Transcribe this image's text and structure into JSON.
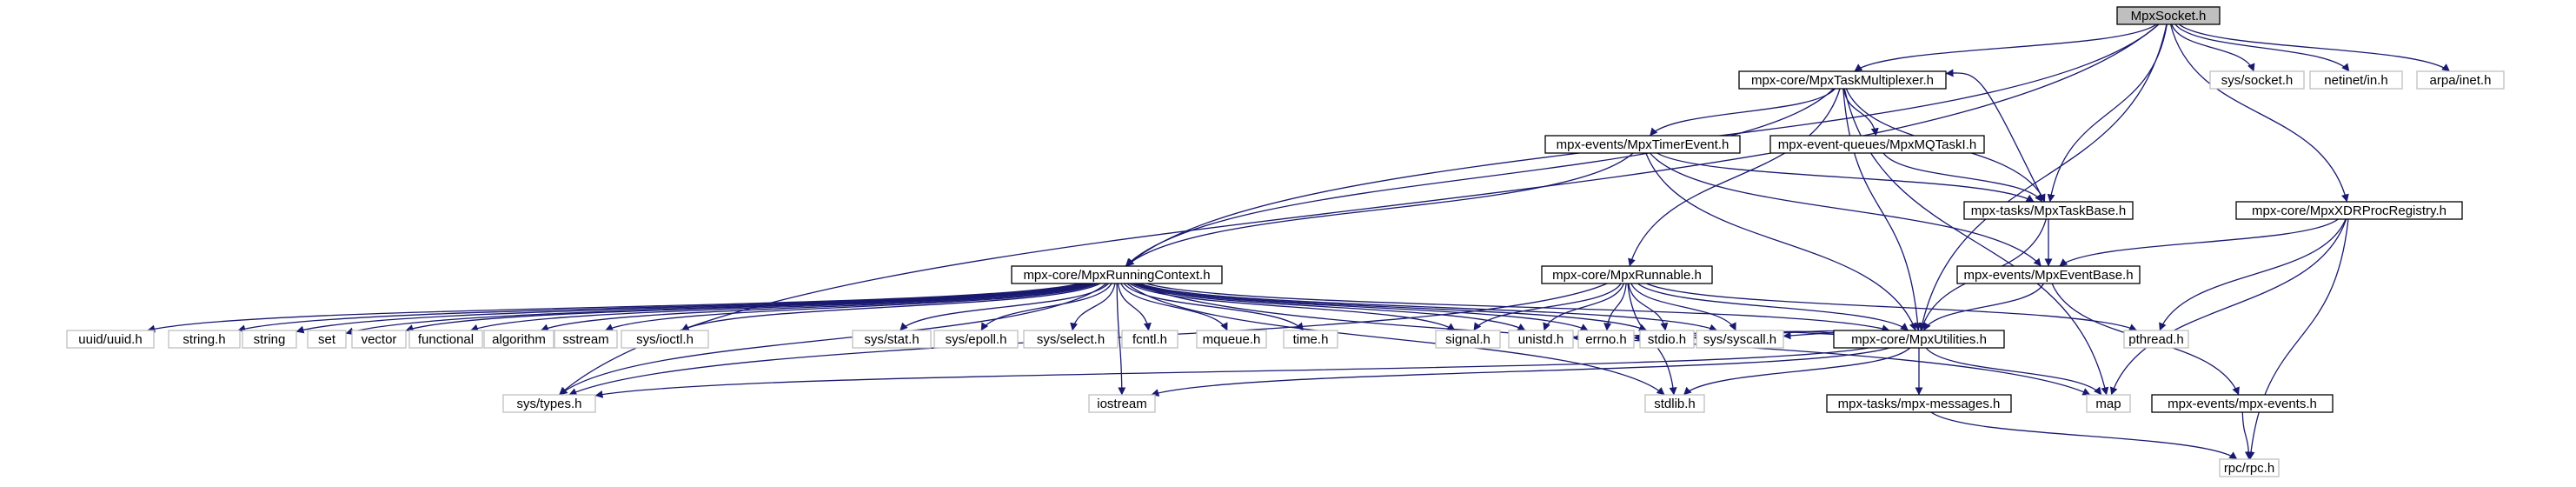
{
  "graph": {
    "nodes": [
      {
        "id": "MpxSocket_h",
        "label": "MpxSocket.h",
        "style": "root"
      },
      {
        "id": "MpxTaskMultiplexer_h",
        "label": "mpx-core/MpxTaskMultiplexer.h",
        "style": "doc"
      },
      {
        "id": "sys_socket_h",
        "label": "sys/socket.h",
        "style": "sys"
      },
      {
        "id": "netinet_in_h",
        "label": "netinet/in.h",
        "style": "sys"
      },
      {
        "id": "arpa_inet_h",
        "label": "arpa/inet.h",
        "style": "sys"
      },
      {
        "id": "MpxTimerEvent_h",
        "label": "mpx-events/MpxTimerEvent.h",
        "style": "doc"
      },
      {
        "id": "MpxMQTaskI_h",
        "label": "mpx-event-queues/MpxMQTaskI.h",
        "style": "doc"
      },
      {
        "id": "MpxTaskBase_h",
        "label": "mpx-tasks/MpxTaskBase.h",
        "style": "doc"
      },
      {
        "id": "MpxXDRProcRegistry_h",
        "label": "mpx-core/MpxXDRProcRegistry.h",
        "style": "doc"
      },
      {
        "id": "MpxEventBase_h",
        "label": "mpx-events/MpxEventBase.h",
        "style": "doc"
      },
      {
        "id": "MpxRunningContext_h",
        "label": "mpx-core/MpxRunningContext.h",
        "style": "doc"
      },
      {
        "id": "MpxRunnable_h",
        "label": "mpx-core/MpxRunnable.h",
        "style": "doc"
      },
      {
        "id": "uuid_h",
        "label": "uuid/uuid.h",
        "style": "sys"
      },
      {
        "id": "string_h",
        "label": "string.h",
        "style": "sys"
      },
      {
        "id": "string",
        "label": "string",
        "style": "sys"
      },
      {
        "id": "set",
        "label": "set",
        "style": "sys"
      },
      {
        "id": "vector",
        "label": "vector",
        "style": "sys"
      },
      {
        "id": "functional",
        "label": "functional",
        "style": "sys"
      },
      {
        "id": "algorithm",
        "label": "algorithm",
        "style": "sys"
      },
      {
        "id": "sstream",
        "label": "sstream",
        "style": "sys"
      },
      {
        "id": "sys_ioctl_h",
        "label": "sys/ioctl.h",
        "style": "sys"
      },
      {
        "id": "sys_stat_h",
        "label": "sys/stat.h",
        "style": "sys"
      },
      {
        "id": "sys_epoll_h",
        "label": "sys/epoll.h",
        "style": "sys"
      },
      {
        "id": "sys_select_h",
        "label": "sys/select.h",
        "style": "sys"
      },
      {
        "id": "fcntl_h",
        "label": "fcntl.h",
        "style": "sys"
      },
      {
        "id": "mqueue_h",
        "label": "mqueue.h",
        "style": "sys"
      },
      {
        "id": "time_h",
        "label": "time.h",
        "style": "sys"
      },
      {
        "id": "signal_h",
        "label": "signal.h",
        "style": "sys"
      },
      {
        "id": "unistd_h",
        "label": "unistd.h",
        "style": "sys"
      },
      {
        "id": "errno_h",
        "label": "errno.h",
        "style": "sys"
      },
      {
        "id": "stdio_h",
        "label": "stdio.h",
        "style": "sys"
      },
      {
        "id": "sys_syscall_h",
        "label": "sys/syscall.h",
        "style": "sys"
      },
      {
        "id": "MpxUtilities_h",
        "label": "mpx-core/MpxUtilities.h",
        "style": "doc"
      },
      {
        "id": "pthread_h",
        "label": "pthread.h",
        "style": "sys"
      },
      {
        "id": "sys_types_h",
        "label": "sys/types.h",
        "style": "sys"
      },
      {
        "id": "iostream",
        "label": "iostream",
        "style": "sys"
      },
      {
        "id": "stdlib_h",
        "label": "stdlib.h",
        "style": "sys"
      },
      {
        "id": "map",
        "label": "map",
        "style": "sys"
      },
      {
        "id": "mpx_messages_h",
        "label": "mpx-tasks/mpx-messages.h",
        "style": "doc"
      },
      {
        "id": "mpx_events_h",
        "label": "mpx-events/mpx-events.h",
        "style": "doc"
      },
      {
        "id": "rpc_h",
        "label": "rpc/rpc.h",
        "style": "sys"
      }
    ],
    "edges": [
      [
        "MpxSocket_h",
        "MpxTaskMultiplexer_h"
      ],
      [
        "MpxSocket_h",
        "sys_socket_h"
      ],
      [
        "MpxSocket_h",
        "netinet_in_h"
      ],
      [
        "MpxSocket_h",
        "arpa_inet_h"
      ],
      [
        "MpxSocket_h",
        "MpxTaskBase_h"
      ],
      [
        "MpxSocket_h",
        "MpxXDRProcRegistry_h"
      ],
      [
        "MpxSocket_h",
        "MpxRunningContext_h"
      ],
      [
        "MpxSocket_h",
        "MpxUtilities_h"
      ],
      [
        "MpxSocket_h",
        "sys_types_h"
      ],
      [
        "MpxTaskMultiplexer_h",
        "MpxTimerEvent_h"
      ],
      [
        "MpxTaskMultiplexer_h",
        "MpxMQTaskI_h"
      ],
      [
        "MpxTaskMultiplexer_h",
        "MpxTaskBase_h"
      ],
      [
        "MpxTaskMultiplexer_h",
        "MpxRunningContext_h"
      ],
      [
        "MpxTaskMultiplexer_h",
        "MpxRunnable_h"
      ],
      [
        "MpxTaskMultiplexer_h",
        "MpxUtilities_h"
      ],
      [
        "MpxTaskMultiplexer_h",
        "map"
      ],
      [
        "MpxTimerEvent_h",
        "MpxTaskBase_h"
      ],
      [
        "MpxTimerEvent_h",
        "MpxEventBase_h"
      ],
      [
        "MpxTimerEvent_h",
        "MpxRunningContext_h"
      ],
      [
        "MpxTimerEvent_h",
        "MpxUtilities_h"
      ],
      [
        "MpxMQTaskI_h",
        "MpxTaskBase_h"
      ],
      [
        "MpxTaskBase_h",
        "MpxTaskMultiplexer_h"
      ],
      [
        "MpxTaskBase_h",
        "MpxEventBase_h"
      ],
      [
        "MpxTaskBase_h",
        "MpxUtilities_h"
      ],
      [
        "MpxXDRProcRegistry_h",
        "MpxEventBase_h"
      ],
      [
        "MpxXDRProcRegistry_h",
        "pthread_h"
      ],
      [
        "MpxXDRProcRegistry_h",
        "map"
      ],
      [
        "MpxXDRProcRegistry_h",
        "rpc_h"
      ],
      [
        "MpxEventBase_h",
        "MpxUtilities_h"
      ],
      [
        "MpxEventBase_h",
        "mpx_events_h"
      ],
      [
        "MpxRunningContext_h",
        "uuid_h"
      ],
      [
        "MpxRunningContext_h",
        "string_h"
      ],
      [
        "MpxRunningContext_h",
        "string"
      ],
      [
        "MpxRunningContext_h",
        "set"
      ],
      [
        "MpxRunningContext_h",
        "vector"
      ],
      [
        "MpxRunningContext_h",
        "functional"
      ],
      [
        "MpxRunningContext_h",
        "algorithm"
      ],
      [
        "MpxRunningContext_h",
        "sstream"
      ],
      [
        "MpxRunningContext_h",
        "sys_ioctl_h"
      ],
      [
        "MpxRunningContext_h",
        "sys_stat_h"
      ],
      [
        "MpxRunningContext_h",
        "sys_epoll_h"
      ],
      [
        "MpxRunningContext_h",
        "sys_select_h"
      ],
      [
        "MpxRunningContext_h",
        "fcntl_h"
      ],
      [
        "MpxRunningContext_h",
        "mqueue_h"
      ],
      [
        "MpxRunningContext_h",
        "time_h"
      ],
      [
        "MpxRunningContext_h",
        "signal_h"
      ],
      [
        "MpxRunningContext_h",
        "unistd_h"
      ],
      [
        "MpxRunningContext_h",
        "errno_h"
      ],
      [
        "MpxRunningContext_h",
        "stdio_h"
      ],
      [
        "MpxRunningContext_h",
        "sys_syscall_h"
      ],
      [
        "MpxRunningContext_h",
        "MpxUtilities_h"
      ],
      [
        "MpxRunningContext_h",
        "sys_types_h"
      ],
      [
        "MpxRunningContext_h",
        "iostream"
      ],
      [
        "MpxRunningContext_h",
        "stdlib_h"
      ],
      [
        "MpxRunningContext_h",
        "map"
      ],
      [
        "MpxRunnable_h",
        "signal_h"
      ],
      [
        "MpxRunnable_h",
        "unistd_h"
      ],
      [
        "MpxRunnable_h",
        "errno_h"
      ],
      [
        "MpxRunnable_h",
        "stdio_h"
      ],
      [
        "MpxRunnable_h",
        "sys_syscall_h"
      ],
      [
        "MpxRunnable_h",
        "MpxUtilities_h"
      ],
      [
        "MpxRunnable_h",
        "pthread_h"
      ],
      [
        "MpxRunnable_h",
        "stdlib_h"
      ],
      [
        "MpxRunnable_h",
        "sys_types_h"
      ],
      [
        "MpxUtilities_h",
        "sys_types_h"
      ],
      [
        "MpxUtilities_h",
        "iostream"
      ],
      [
        "MpxUtilities_h",
        "stdlib_h"
      ],
      [
        "MpxUtilities_h",
        "map"
      ],
      [
        "MpxUtilities_h",
        "mpx_messages_h"
      ],
      [
        "MpxUtilities_h",
        "stdio_h"
      ],
      [
        "MpxUtilities_h",
        "errno_h"
      ],
      [
        "MpxUtilities_h",
        "unistd_h"
      ],
      [
        "MpxUtilities_h",
        "sys_syscall_h"
      ],
      [
        "mpx_messages_h",
        "rpc_h"
      ],
      [
        "mpx_events_h",
        "rpc_h"
      ]
    ]
  },
  "colors": {
    "root_fill": "#bfbfbf",
    "node_fill": "#ffffff",
    "doc_border": "#000000",
    "sys_border": "#bfbfbf",
    "edge": "#191970",
    "text": "#000000"
  }
}
